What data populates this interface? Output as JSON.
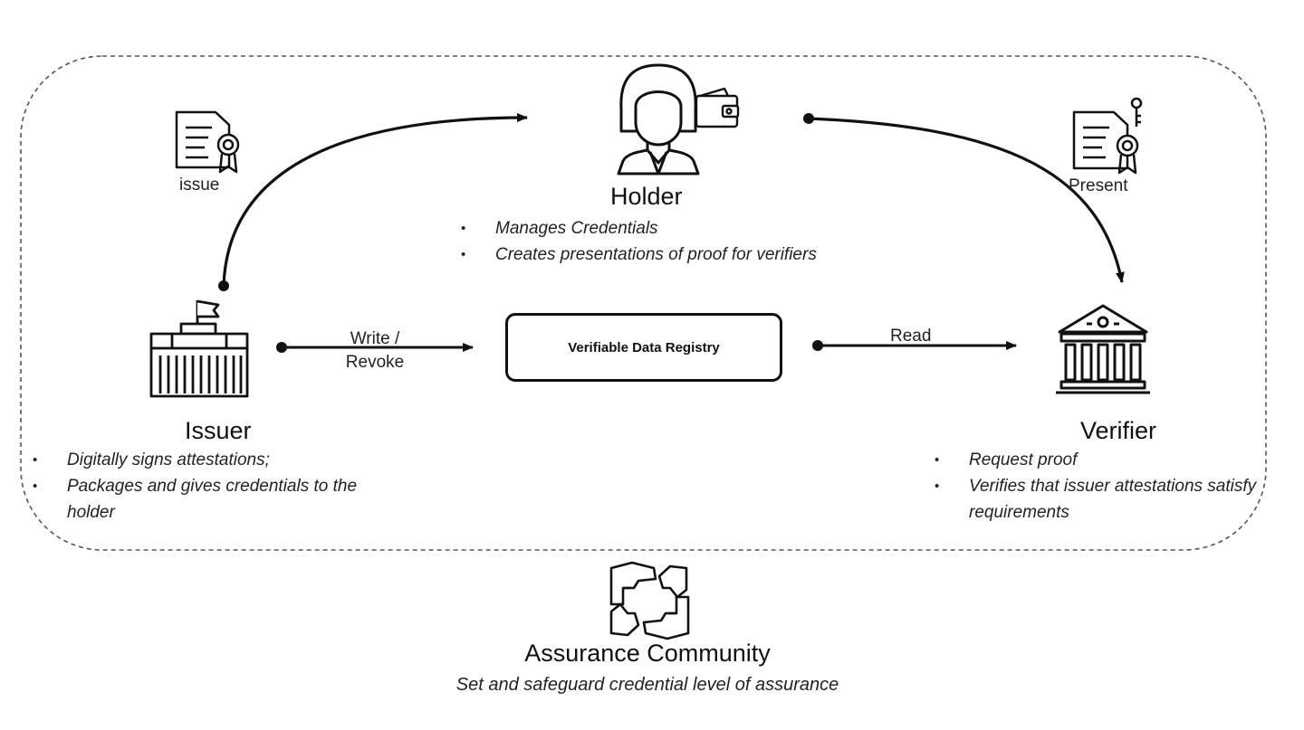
{
  "holder": {
    "title": "Holder",
    "bullets": [
      "Manages Credentials",
      "Creates presentations of proof for verifiers"
    ]
  },
  "issuer": {
    "title": "Issuer",
    "bullets": [
      "Digitally signs attestations;",
      "Packages and gives credentials to the holder"
    ]
  },
  "verifier": {
    "title": "Verifier",
    "bullets": [
      "Request proof",
      "Verifies that issuer attestations satisfy requirements"
    ]
  },
  "registry": {
    "label": "Verifiable Data Registry"
  },
  "flows": {
    "issue": "issue",
    "present": "Present",
    "write_revoke": "Write / Revoke",
    "read": "Read"
  },
  "community": {
    "title": "Assurance Community",
    "subtitle": "Set and safeguard credential level of assurance"
  },
  "icons": {
    "holder": "person-icon",
    "wallet": "wallet-icon",
    "issue": "certificate-icon",
    "present": "certificate-key-icon",
    "issuer": "building-flag-icon",
    "verifier": "bank-building-icon",
    "community": "joined-hands-icon"
  }
}
